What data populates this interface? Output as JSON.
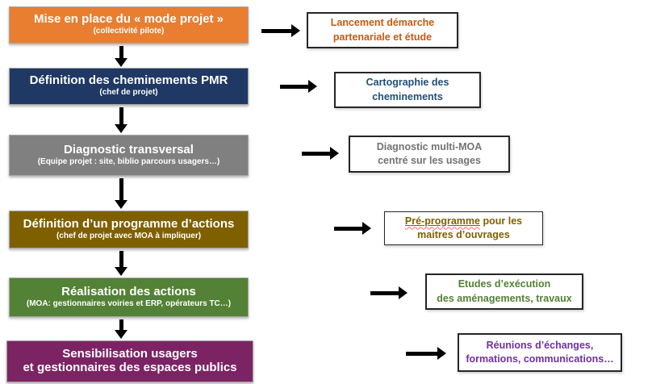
{
  "page": {
    "background": "#FFFFFF",
    "arrow_color": "#000000"
  },
  "steps": [
    {
      "title": "Mise en place du « mode projet »",
      "subtitle": "(collectivité pilote)",
      "box_color": "#E97E30",
      "text_color": "#FFFFFF",
      "result": {
        "line1": "Lancement  démarche",
        "line2": "partenariale et étude",
        "text_color": "#C55A11"
      }
    },
    {
      "title": "Définition des cheminements PMR",
      "subtitle": "(chef de projet)",
      "box_color": "#1F3864",
      "text_color": "#FFFFFF",
      "result": {
        "line1": "Cartographie des",
        "line2": "cheminements",
        "text_color": "#1F4E79"
      }
    },
    {
      "title": "Diagnostic transversal",
      "subtitle": "(Equipe projet : site, biblio parcours usagers…)",
      "box_color": "#808080",
      "text_color": "#FFFFFF",
      "result": {
        "line1": "Diagnostic multi-MOA",
        "line2": "centré sur les usages",
        "text_color": "#737373"
      }
    },
    {
      "title": "Définition d’un programme d’actions",
      "subtitle": "(chef de projet avec MOA à impliquer)",
      "box_color": "#7F6000",
      "text_color": "#FFFFFF",
      "result": {
        "line1_underlined": "Pré-programme",
        "line1_rest": " pour les",
        "line2": "maitres d’ouvrages",
        "text_color": "#7F6000",
        "underline_color": "#FF6B6B"
      }
    },
    {
      "title": "Réalisation des actions",
      "subtitle": "(MOA: gestionnaires voiries et ERP,  opérateurs TC…)",
      "box_color": "#538135",
      "text_color": "#FFFFFF",
      "result": {
        "line1": "Etudes d’exécution",
        "line2": "des aménagements, travaux",
        "text_color": "#538135"
      }
    },
    {
      "title": "Sensibilisation usagers",
      "title_line2": "et gestionnaires des espaces publics",
      "box_color": "#7C2364",
      "text_color": "#FFFFFF",
      "result": {
        "line1": "Réunions d’échanges,",
        "line2": "formations, communications…",
        "text_color": "#7030A0"
      }
    }
  ]
}
